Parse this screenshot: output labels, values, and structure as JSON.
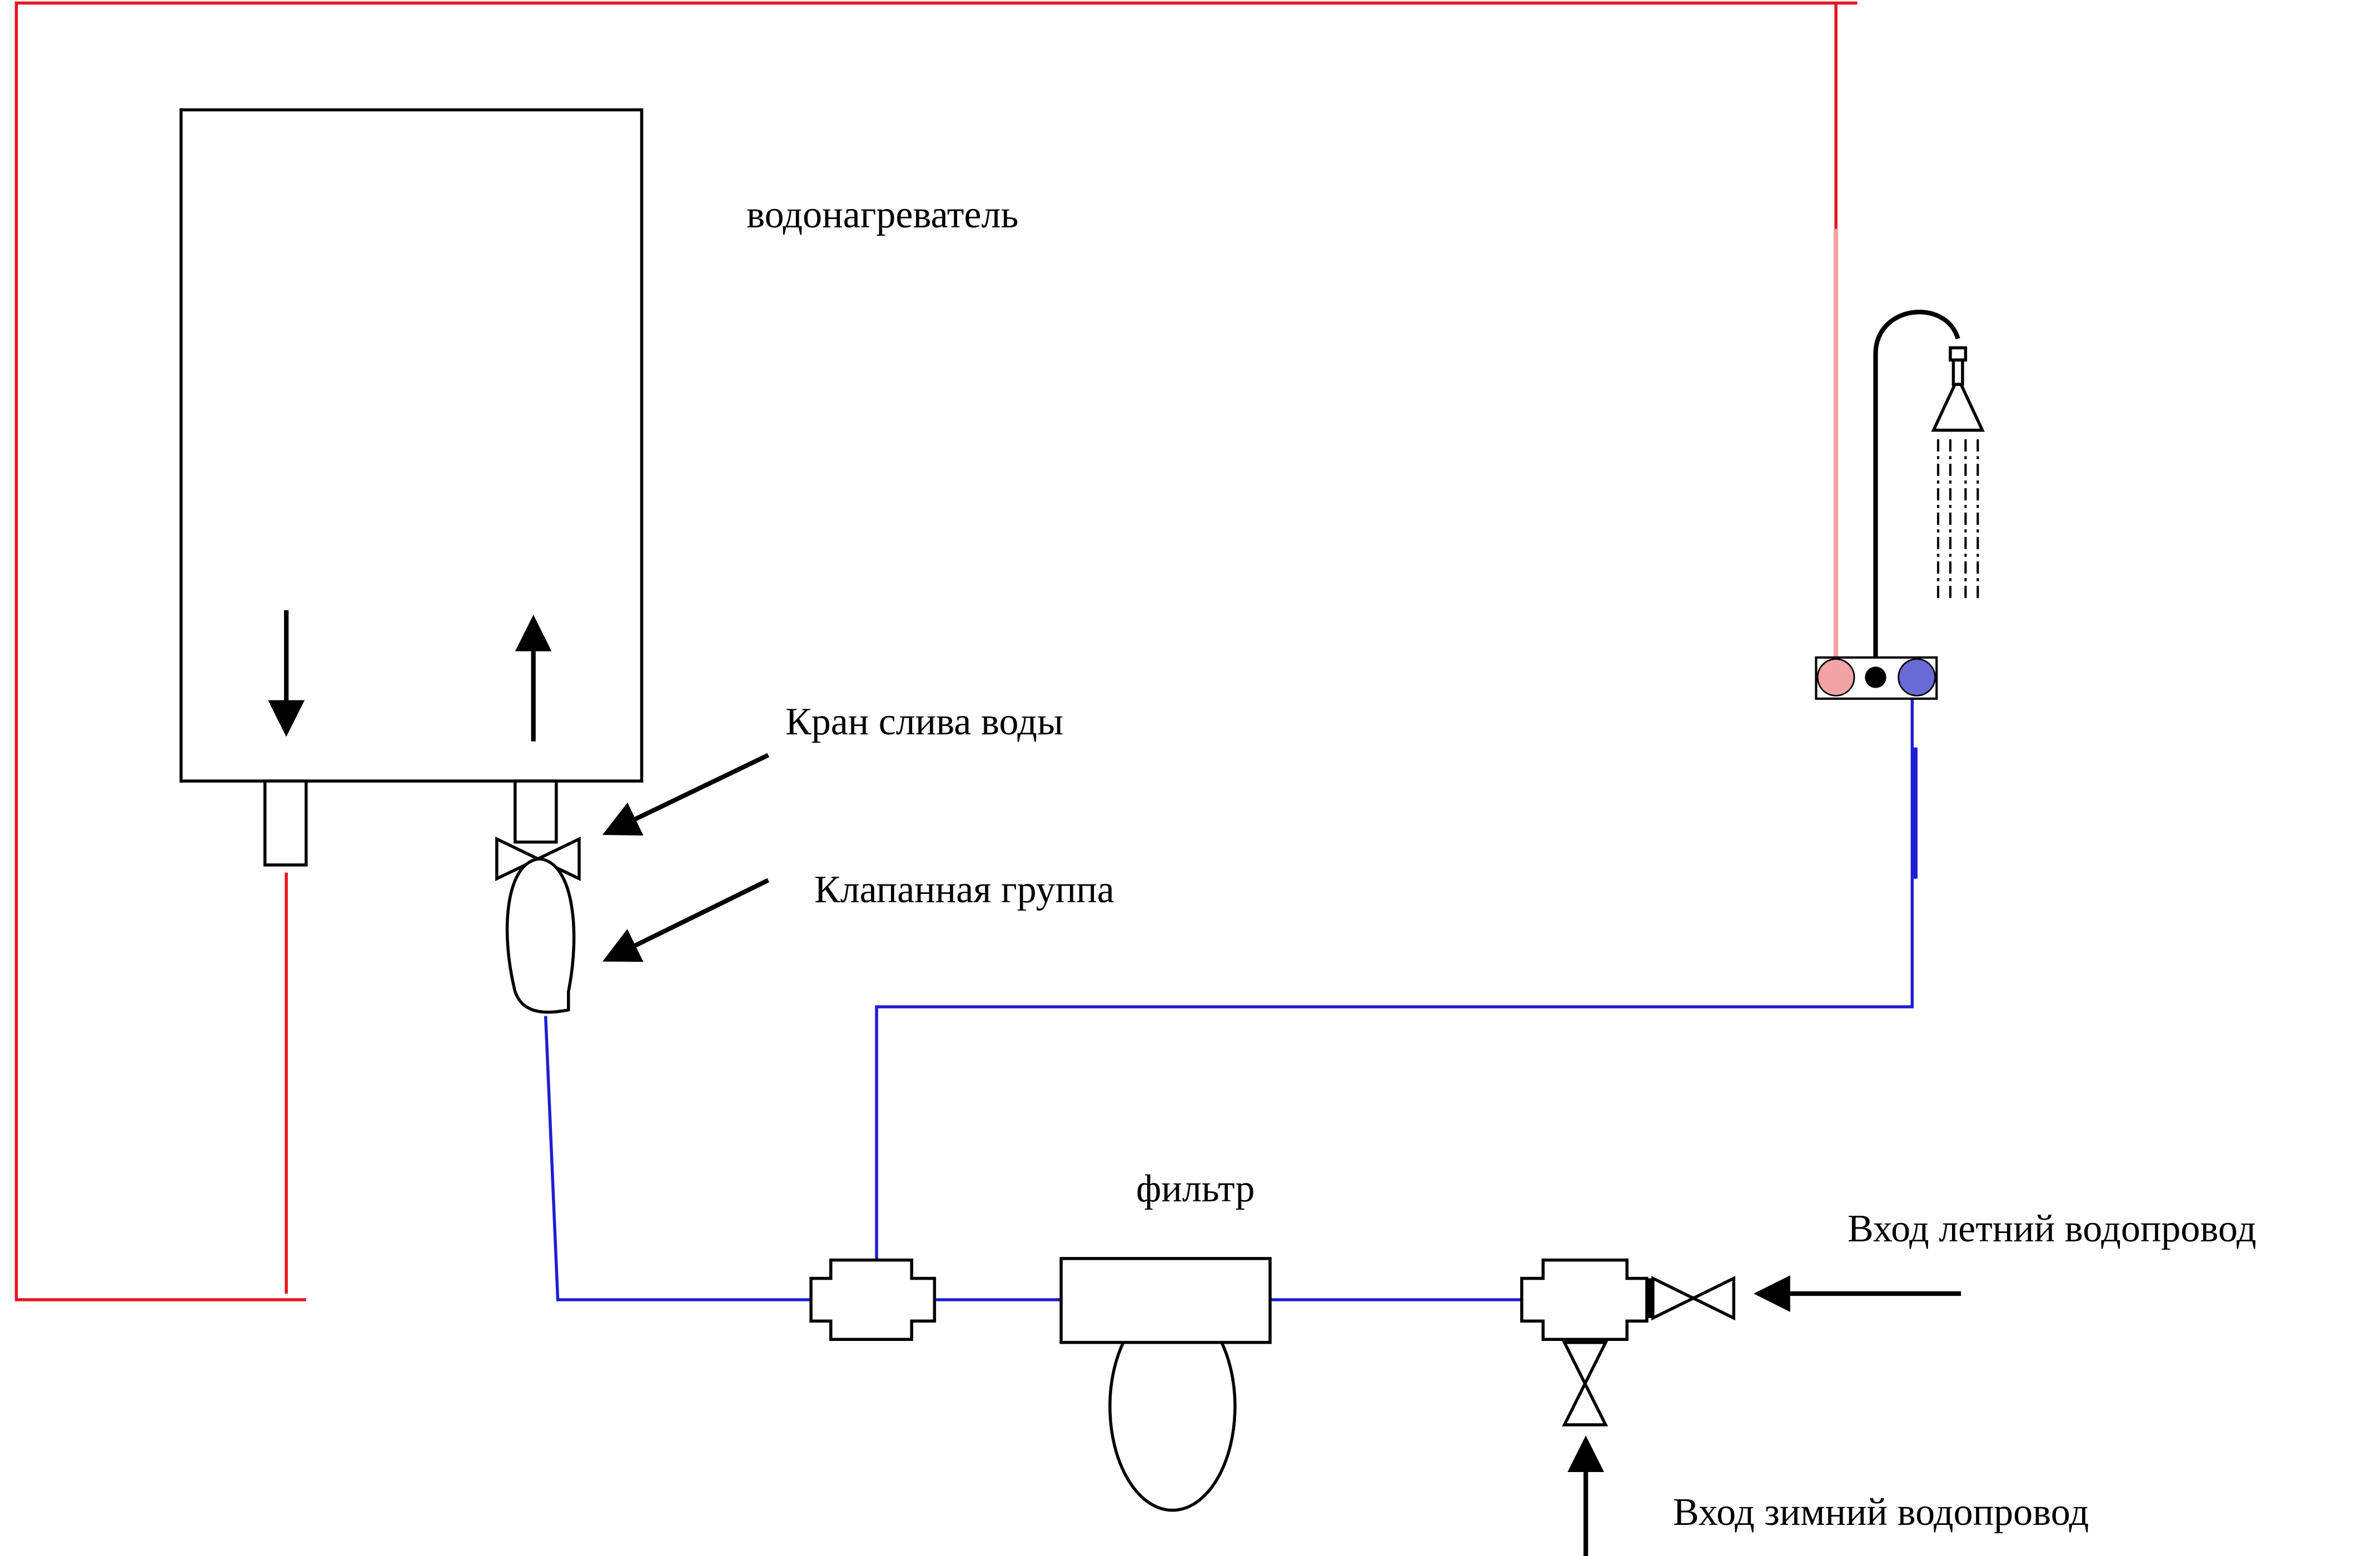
{
  "labels": {
    "heater": "водонагреватель",
    "drain_valve": "Кран слива воды",
    "valve_group": "Клапанная группа",
    "filter": "фильтр",
    "summer_inlet": "Вход летний водопровод",
    "winter_inlet": "Вход зимний водопровод"
  },
  "colors": {
    "hot_pipe": "#e8141c",
    "cold_pipe": "#1e1ed2",
    "hot_port": "#f2a3a6",
    "cold_port": "#6a6ad6",
    "outline": "#000000"
  },
  "icons": [
    "shower-head-icon",
    "ball-valve-icon",
    "arrow-icon"
  ]
}
